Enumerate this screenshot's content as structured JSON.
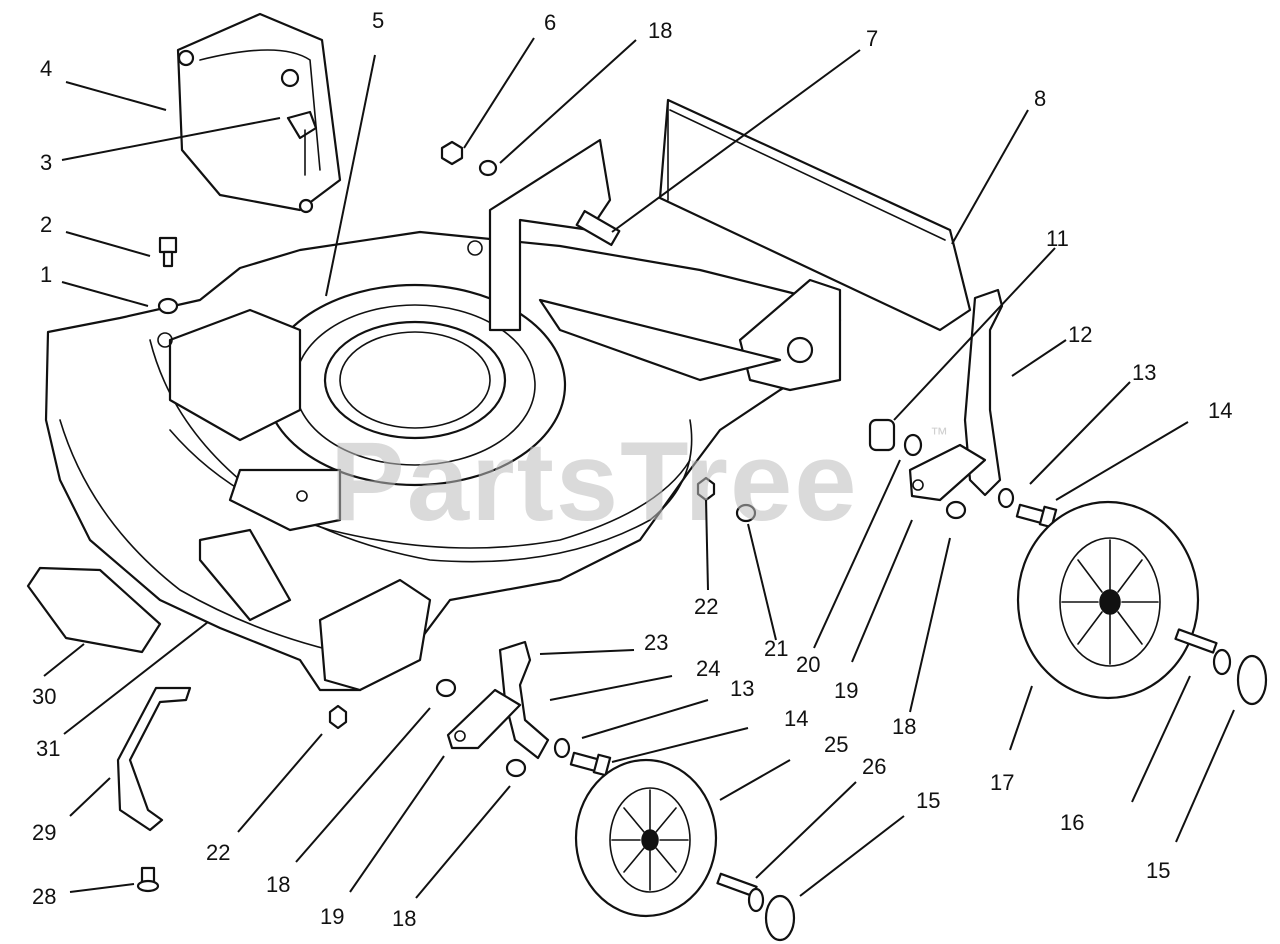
{
  "watermark": {
    "text": "PartsTree",
    "trademark": "™"
  },
  "callouts": [
    {
      "id": "c5",
      "label": "5"
    },
    {
      "id": "c6",
      "label": "6"
    },
    {
      "id": "c18a",
      "label": "18"
    },
    {
      "id": "c7",
      "label": "7"
    },
    {
      "id": "c4",
      "label": "4"
    },
    {
      "id": "c8",
      "label": "8"
    },
    {
      "id": "c3",
      "label": "3"
    },
    {
      "id": "c2",
      "label": "2"
    },
    {
      "id": "c11",
      "label": "11"
    },
    {
      "id": "c1",
      "label": "1"
    },
    {
      "id": "c12",
      "label": "12"
    },
    {
      "id": "c13a",
      "label": "13"
    },
    {
      "id": "c14a",
      "label": "14"
    },
    {
      "id": "c22a",
      "label": "22"
    },
    {
      "id": "c21",
      "label": "21"
    },
    {
      "id": "c20",
      "label": "20"
    },
    {
      "id": "c19a",
      "label": "19"
    },
    {
      "id": "c23",
      "label": "23"
    },
    {
      "id": "c24",
      "label": "24"
    },
    {
      "id": "c30",
      "label": "30"
    },
    {
      "id": "c13b",
      "label": "13"
    },
    {
      "id": "c31",
      "label": "31"
    },
    {
      "id": "c14b",
      "label": "14"
    },
    {
      "id": "c18b",
      "label": "18"
    },
    {
      "id": "c25",
      "label": "25"
    },
    {
      "id": "c17",
      "label": "17"
    },
    {
      "id": "c26",
      "label": "26"
    },
    {
      "id": "c15a",
      "label": "15"
    },
    {
      "id": "c16",
      "label": "16"
    },
    {
      "id": "c29",
      "label": "29"
    },
    {
      "id": "c22b",
      "label": "22"
    },
    {
      "id": "c18c",
      "label": "18"
    },
    {
      "id": "c19b",
      "label": "19"
    },
    {
      "id": "c18d",
      "label": "18"
    },
    {
      "id": "c28",
      "label": "28"
    },
    {
      "id": "c15b",
      "label": "15"
    }
  ]
}
